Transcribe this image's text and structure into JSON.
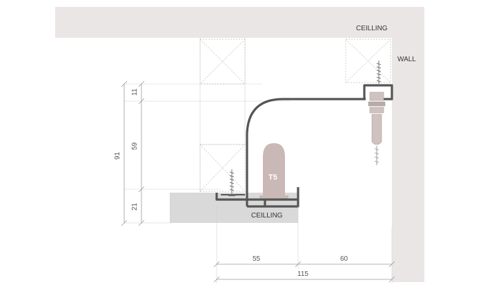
{
  "labels": {
    "ceiling_top": "CEILLING",
    "wall": "WALL",
    "ceiling_bottom": "CEILLING",
    "lamp": "T5"
  },
  "dimensions": {
    "total_height": "91",
    "top_height": "11",
    "middle_height": "59",
    "bottom_height": "21",
    "left_width": "55",
    "right_width": "60",
    "total_width": "115"
  },
  "colors": {
    "structure": "#ebe6e6",
    "board": "#d9d9d9",
    "profile": "#555555",
    "lamp": "#c9b8b5",
    "dimension": "#9a9a9a"
  }
}
